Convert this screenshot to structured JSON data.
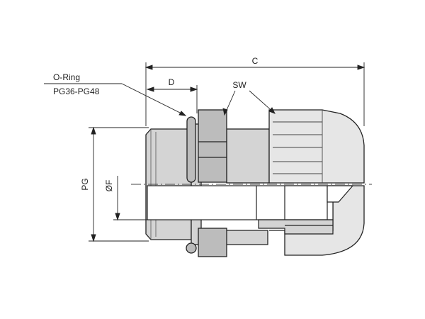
{
  "labels": {
    "o_ring": "O-Ring",
    "thread_range": "PG36-PG48",
    "dim_c": "C",
    "dim_d": "D",
    "dim_sw": "SW",
    "dim_pg": "PG",
    "dim_f": "ØF"
  },
  "colors": {
    "line": "#222222",
    "body_fill": "#d4d4d4",
    "ring_fill": "#bcbcbc",
    "cap_fill": "#e6e6e6",
    "hole_fill": "#ffffff"
  }
}
